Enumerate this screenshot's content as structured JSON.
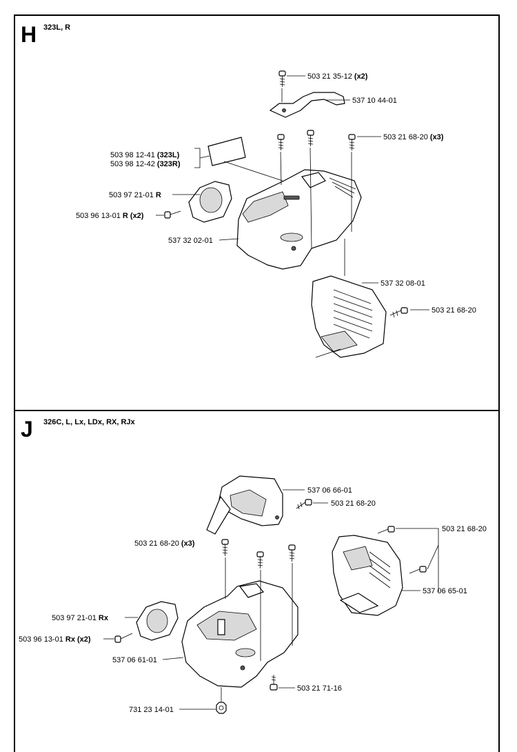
{
  "sections": [
    {
      "letter": "H",
      "models": "323L, R",
      "labels": [
        {
          "num": "503 21 35-12",
          "suffix": "(x2)"
        },
        {
          "num": "537 10 44-01",
          "suffix": ""
        },
        {
          "num": "503 21 68-20",
          "suffix": "(x3)"
        },
        {
          "num": "503 98 12-41",
          "suffix": "(323L)"
        },
        {
          "num": "503 98 12-42",
          "suffix": "(323R)"
        },
        {
          "num": "503 97 21-01",
          "suffix": "R"
        },
        {
          "num": "503 96 13-01",
          "suffix": "R (x2)"
        },
        {
          "num": "537 32 02-01",
          "suffix": ""
        },
        {
          "num": "537 32 08-01",
          "suffix": ""
        },
        {
          "num": "503 21 68-20",
          "suffix": ""
        }
      ]
    },
    {
      "letter": "J",
      "models": "326C, L, Lx, LDx, RX, RJx",
      "labels": [
        {
          "num": "537 06 66-01",
          "suffix": ""
        },
        {
          "num": "503 21 68-20",
          "suffix": ""
        },
        {
          "num": "503 21 68-20",
          "suffix": ""
        },
        {
          "num": "503 21 68-20",
          "suffix": "(x3)"
        },
        {
          "num": "537 06 65-01",
          "suffix": ""
        },
        {
          "num": "503 97 21-01",
          "suffix": "Rx"
        },
        {
          "num": "503 96 13-01",
          "suffix": "Rx (x2)"
        },
        {
          "num": "537 06 61-01",
          "suffix": ""
        },
        {
          "num": "503 21 71-16",
          "suffix": ""
        },
        {
          "num": "731 23 14-01",
          "suffix": ""
        }
      ]
    }
  ]
}
